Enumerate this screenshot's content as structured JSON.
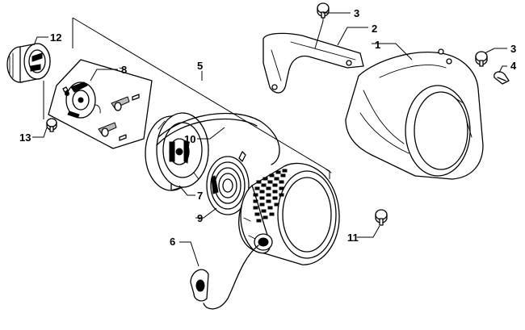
{
  "callouts": [
    {
      "id": "c1",
      "label": "1"
    },
    {
      "id": "c2",
      "label": "2"
    },
    {
      "id": "c3a",
      "label": "3"
    },
    {
      "id": "c3b",
      "label": "3"
    },
    {
      "id": "c4",
      "label": "4"
    },
    {
      "id": "c5",
      "label": "5"
    },
    {
      "id": "c6",
      "label": "6"
    },
    {
      "id": "c7",
      "label": "7"
    },
    {
      "id": "c8",
      "label": "8"
    },
    {
      "id": "c9",
      "label": "9"
    },
    {
      "id": "c10",
      "label": "10"
    },
    {
      "id": "c11",
      "label": "11"
    },
    {
      "id": "c12",
      "label": "12"
    },
    {
      "id": "c13",
      "label": "13"
    }
  ],
  "colors": {
    "ink": "#000000",
    "paper": "#ffffff",
    "shade": "#bbbbbb"
  }
}
